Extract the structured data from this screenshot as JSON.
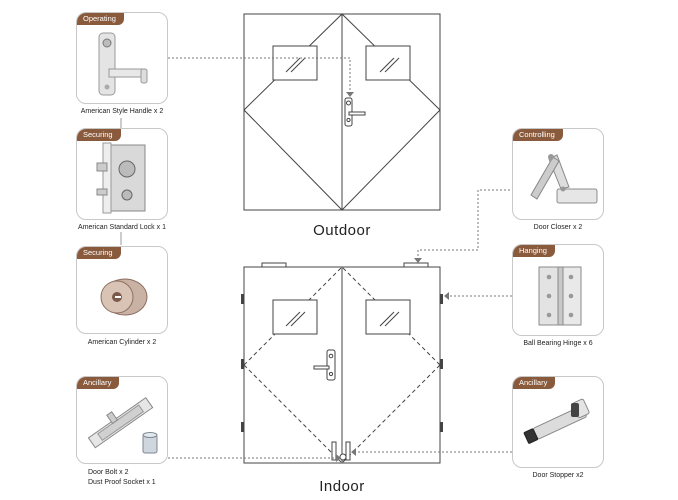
{
  "cards": {
    "operating": {
      "badge": "Operating",
      "caption": "American Style Handle x 2"
    },
    "securing_lock": {
      "badge": "Securing",
      "caption": "American Standard Lock x 1"
    },
    "securing_cyl": {
      "badge": "Securing",
      "caption": "American Cylinder x 2"
    },
    "ancillary_bolt": {
      "badge": "Ancillary",
      "caption_line1": "Door Bolt x 2",
      "caption_line2": "Dust Proof Socket x 1"
    },
    "controlling": {
      "badge": "Controlling",
      "caption": "Door Closer x 2"
    },
    "hanging": {
      "badge": "Hanging",
      "caption": "Ball Bearing Hinge x 6"
    },
    "ancillary_stopper": {
      "badge": "Ancillary",
      "caption": "Door Stopper x2"
    }
  },
  "doors": {
    "top_label": "Outdoor",
    "bottom_label": "Indoor"
  },
  "colors": {
    "badge": "#8a5a3c",
    "line": "#444444",
    "card_border": "#c8c8c8"
  }
}
